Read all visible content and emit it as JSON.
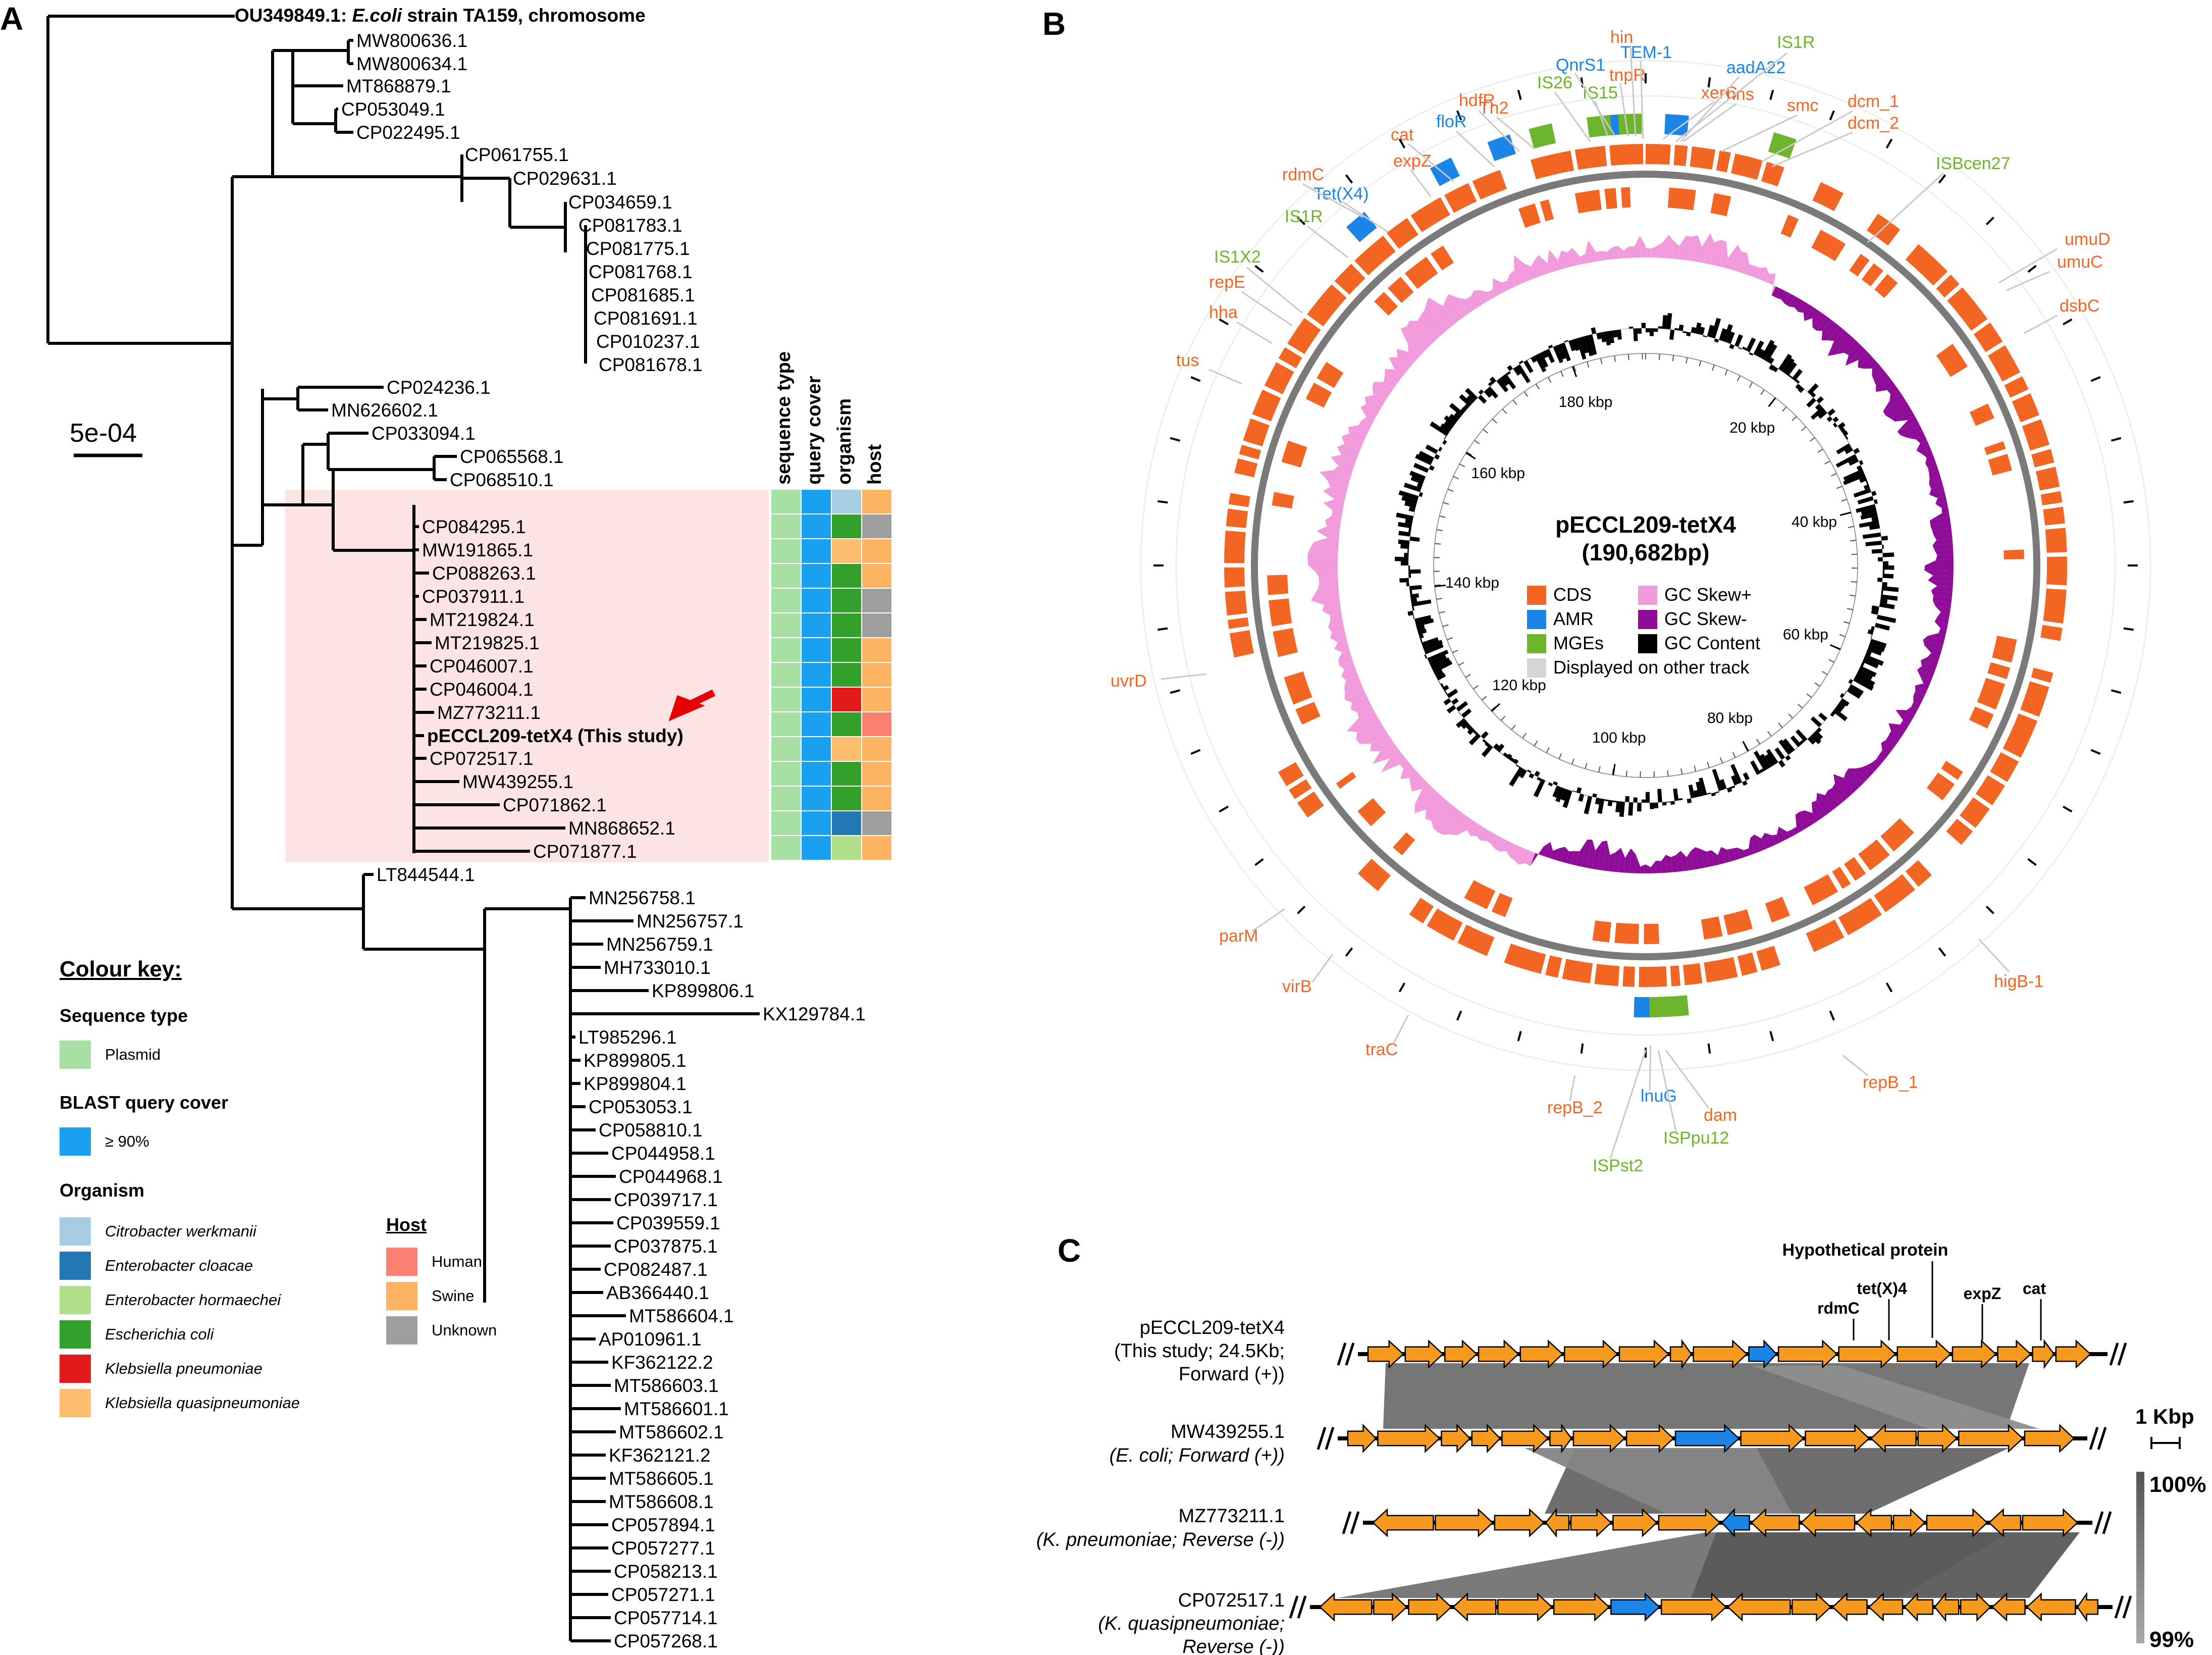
{
  "panels": {
    "a": "A",
    "b": "B",
    "c": "C"
  },
  "tree": {
    "root": {
      "accession": "OU349849.1:",
      "species": "E.coli",
      "rest": "strain TA159, chromosome"
    },
    "scale": "5e-04",
    "leaves_upper": [
      "MW800636.1",
      "MW800634.1",
      "MT868879.1",
      "CP053049.1",
      "CP022495.1",
      "CP061755.1",
      "CP029631.1",
      "CP034659.1",
      "CP081783.1",
      "CP081775.1",
      "CP081768.1",
      "CP081685.1",
      "CP081691.1",
      "CP010237.1",
      "CP081678.1",
      "CP024236.1",
      "MN626602.1",
      "CP033094.1",
      "CP065568.1",
      "CP068510.1"
    ],
    "leaves_clade": [
      "CP084295.1",
      "MW191865.1",
      "CP088263.1",
      "CP037911.1",
      "MT219824.1",
      "MT219825.1",
      "CP046007.1",
      "CP046004.1",
      "MZ773211.1",
      "pECCL209-tetX4 (This study)",
      "CP072517.1",
      "MW439255.1",
      "CP071862.1",
      "MN868652.1",
      "CP071877.1"
    ],
    "leaves_lower": [
      "LT844544.1",
      "MN256758.1",
      "MN256757.1",
      "MN256759.1",
      "MH733010.1",
      "KP899806.1",
      "KX129784.1",
      "LT985296.1",
      "KP899805.1",
      "KP899804.1",
      "CP053053.1",
      "CP058810.1",
      "CP044958.1",
      "CP044968.1",
      "CP039717.1",
      "CP039559.1",
      "CP037875.1",
      "CP082487.1",
      "AB366440.1",
      "MT586604.1",
      "AP010961.1",
      "KF362122.2",
      "MT586603.1",
      "MT586601.1",
      "MT586602.1",
      "KF362121.2",
      "MT586605.1",
      "MT586608.1",
      "CP057894.1",
      "CP057277.1",
      "CP058213.1",
      "CP057271.1",
      "CP057714.1",
      "CP057268.1"
    ],
    "heatmap_headers": [
      "sequence type",
      "query cover",
      "organism",
      "host"
    ],
    "heatmap_organism": [
      "Citrobacter werkmanii",
      "Escherichia coli",
      "Klebsiella quasipneumoniae",
      "Escherichia coli",
      "Escherichia coli",
      "Escherichia coli",
      "Escherichia coli",
      "Escherichia coli",
      "Klebsiella pneumoniae",
      "Escherichia coli",
      "Klebsiella quasipneumoniae",
      "Escherichia coli",
      "Escherichia coli",
      "Enterobacter cloacae",
      "Enterobacter hormaechei"
    ],
    "heatmap_host": [
      "Swine",
      "Unknown",
      "Swine",
      "Swine",
      "Unknown",
      "Unknown",
      "Swine",
      "Swine",
      "Swine",
      "Human",
      "Swine",
      "Swine",
      "Swine",
      "Unknown",
      "Swine"
    ]
  },
  "colour_key": {
    "title": "Colour key:",
    "seq_type_heading": "Sequence type",
    "seq_type": [
      {
        "label": "Plasmid",
        "color": "#a8e0a4"
      }
    ],
    "query_heading": "BLAST query cover",
    "query": [
      {
        "label": "≥ 90%",
        "color": "#1aa0f0"
      }
    ],
    "organism_heading": "Organism",
    "organism": [
      {
        "label": "Citrobacter werkmanii",
        "color": "#a8cde2"
      },
      {
        "label": "Enterobacter cloacae",
        "color": "#2378b4"
      },
      {
        "label": "Enterobacter hormaechei",
        "color": "#b2df8a"
      },
      {
        "label": "Escherichia coli",
        "color": "#33a02c"
      },
      {
        "label": "Klebsiella pneumoniae",
        "color": "#e31a1c"
      },
      {
        "label": "Klebsiella quasipneumoniae",
        "color": "#fdbf6f"
      }
    ],
    "host_heading": "Host",
    "host": [
      {
        "label": "Human",
        "color": "#fb8072"
      },
      {
        "label": "Swine",
        "color": "#fdb462"
      },
      {
        "label": "Unknown",
        "color": "#9e9e9e"
      }
    ]
  },
  "circular_map": {
    "name": "pECCL209-tetX4",
    "size": "(190,682bp)",
    "legend": [
      {
        "label": "CDS",
        "color": "#f26522"
      },
      {
        "label": "GC Skew+",
        "color": "#f29bdc"
      },
      {
        "label": "AMR",
        "color": "#1a85e6"
      },
      {
        "label": "GC Skew-",
        "color": "#8e0c97"
      },
      {
        "label": "MGEs",
        "color": "#6cb52d"
      },
      {
        "label": "GC Content",
        "color": "#000000"
      },
      {
        "label": "Displayed on other track",
        "color": "#d6d6d6"
      }
    ],
    "ticks": [
      "20 kbp",
      "40 kbp",
      "60 kbp",
      "80 kbp",
      "100 kbp",
      "120 kbp",
      "140 kbp",
      "160 kbp",
      "180 kbp"
    ],
    "genes": [
      {
        "label": "hin",
        "type": "CDS"
      },
      {
        "label": "TEM-1",
        "type": "AMR"
      },
      {
        "label": "IS1R",
        "type": "MGE"
      },
      {
        "label": "QnrS1",
        "type": "AMR"
      },
      {
        "label": "aadA22",
        "type": "AMR"
      },
      {
        "label": "tnpR",
        "type": "CDS"
      },
      {
        "label": "IS26",
        "type": "MGE"
      },
      {
        "label": "IS15",
        "type": "MGE"
      },
      {
        "label": "xerC",
        "type": "CDS"
      },
      {
        "label": "hns",
        "type": "CDS"
      },
      {
        "label": "hdfR",
        "type": "CDS"
      },
      {
        "label": "Tn2",
        "type": "CDS"
      },
      {
        "label": "smc",
        "type": "CDS"
      },
      {
        "label": "dcm_1",
        "type": "CDS"
      },
      {
        "label": "dcm_2",
        "type": "CDS"
      },
      {
        "label": "floR",
        "type": "AMR"
      },
      {
        "label": "cat",
        "type": "CDS"
      },
      {
        "label": "expZ",
        "type": "CDS"
      },
      {
        "label": "rdmC",
        "type": "CDS"
      },
      {
        "label": "Tet(X4)",
        "type": "AMR"
      },
      {
        "label": "IS1R",
        "type": "MGE"
      },
      {
        "label": "ISBcen27",
        "type": "MGE"
      },
      {
        "label": "umuD",
        "type": "CDS"
      },
      {
        "label": "umuC",
        "type": "CDS"
      },
      {
        "label": "IS1X2",
        "type": "MGE"
      },
      {
        "label": "repE",
        "type": "CDS"
      },
      {
        "label": "hha",
        "type": "CDS"
      },
      {
        "label": "dsbC",
        "type": "CDS"
      },
      {
        "label": "tus",
        "type": "CDS"
      },
      {
        "label": "uvrD",
        "type": "CDS"
      },
      {
        "label": "parM",
        "type": "CDS"
      },
      {
        "label": "virB",
        "type": "CDS"
      },
      {
        "label": "higB-1",
        "type": "CDS"
      },
      {
        "label": "traC",
        "type": "CDS"
      },
      {
        "label": "repB_2",
        "type": "CDS"
      },
      {
        "label": "repB_1",
        "type": "CDS"
      },
      {
        "label": "lnuG",
        "type": "AMR"
      },
      {
        "label": "dam",
        "type": "CDS"
      },
      {
        "label": "ISPpu12",
        "type": "MGE"
      },
      {
        "label": "ISPst2",
        "type": "MGE"
      }
    ]
  },
  "synteny": {
    "hypothetical": "Hypothetical protein",
    "gene_labels": [
      "rdmC",
      "tet(X)4",
      "expZ",
      "cat"
    ],
    "tracks": [
      {
        "name": "pECCL209-tetX4",
        "l2": "(This study; 24.5Kb;",
        "l3": "Forward (+))"
      },
      {
        "name": "MW439255.1",
        "l2": "(E. coli; Forward (+))",
        "l3": ""
      },
      {
        "name": "MZ773211.1",
        "l2": "(K. pneumoniae; Reverse (-))",
        "l3": ""
      },
      {
        "name": "CP072517.1",
        "l2": "(K. quasipneumoniae;",
        "l3": "Reverse (-))"
      }
    ],
    "scale_label": "1 Kbp",
    "identity_max": "100%",
    "identity_min": "99%"
  }
}
